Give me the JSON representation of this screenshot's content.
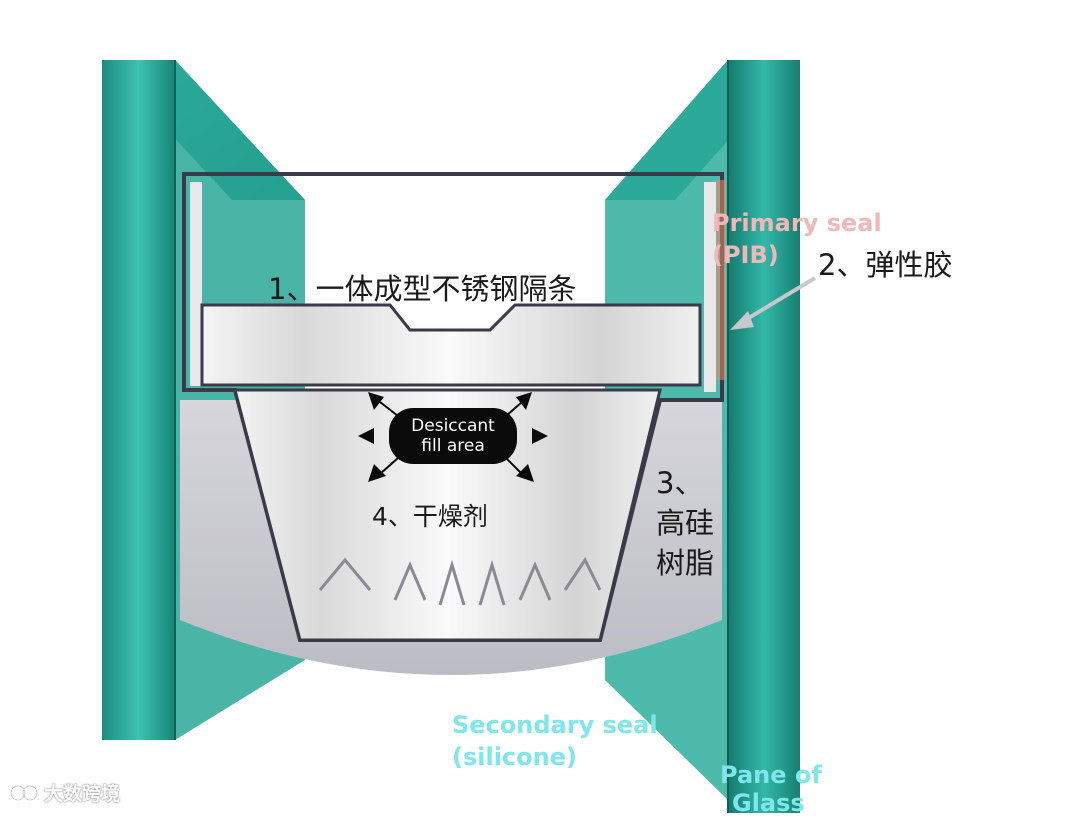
{
  "labels": {
    "spacer": "1、一体成型不锈钢隔条",
    "elastic": "2、弹性胶",
    "silicone_line1": "3、",
    "silicone_line2": "高硅",
    "silicone_line3": "树脂",
    "desiccant": "4、干燥剂",
    "primary_seal_line1": "Primary seal",
    "primary_seal_line2": "(PIB)",
    "secondary_seal_line1": "Secondary seal",
    "secondary_seal_line2": "(silicone)",
    "pane_line1": "Pane of",
    "pane_line2": "Glass",
    "desiccant_fill_line1": "Desiccant",
    "desiccant_fill_line2": "fill area"
  },
  "watermark": {
    "text": "大数跨境",
    "icon": "logo-icon"
  },
  "colors": {
    "glass": "#1f9a8c",
    "glass_light": "#5ed8c8",
    "glass_dark": "#0e5f55",
    "silicone": "#c9c9ce",
    "spacer": "#f2f2f2",
    "outline": "#3a3a48",
    "pib": "#e88a6a"
  }
}
